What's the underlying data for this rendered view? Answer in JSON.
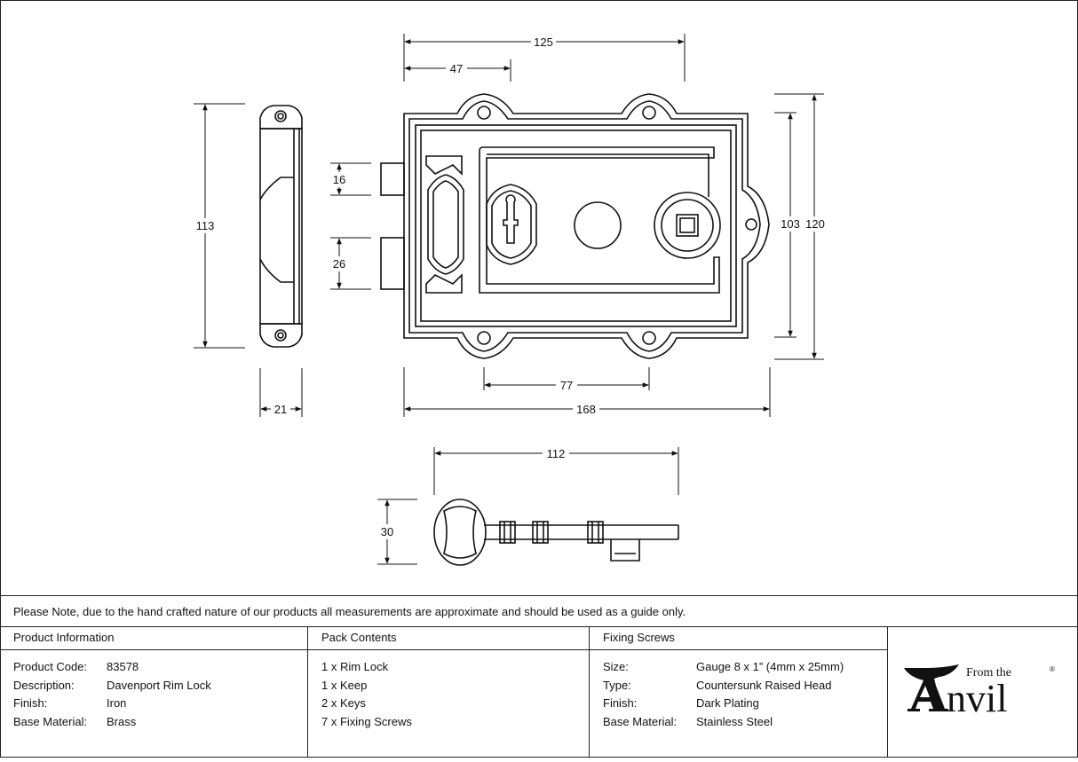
{
  "dimensions": {
    "keep_height": "113",
    "keep_depth": "21",
    "lock_width": "168",
    "case_width": "125",
    "keyhole_offset": "47",
    "bolt_top": "16",
    "bolt_lower": "26",
    "fixing_centres": "77",
    "inner_height": "103",
    "overall_height": "120",
    "key_length": "112",
    "key_height": "30"
  },
  "note": "Please Note, due to the hand crafted nature of our products all measurements are approximate and should be used as a guide only.",
  "product_information": {
    "title": "Product Information",
    "rows": [
      {
        "label": "Product Code:",
        "value": "83578"
      },
      {
        "label": "Description:",
        "value": "Davenport Rim Lock"
      },
      {
        "label": "Finish:",
        "value": "Iron"
      },
      {
        "label": "Base Material:",
        "value": "Brass"
      }
    ]
  },
  "pack_contents": {
    "title": "Pack Contents",
    "items": [
      "1 x Rim Lock",
      "1 x Keep",
      "2 x Keys",
      "7 x Fixing Screws"
    ]
  },
  "fixing_screws": {
    "title": "Fixing Screws",
    "rows": [
      {
        "label": "Size:",
        "value": "Gauge 8 x 1” (4mm x 25mm)"
      },
      {
        "label": "Type:",
        "value": "Countersunk Raised Head"
      },
      {
        "label": "Finish:",
        "value": "Dark Plating"
      },
      {
        "label": "Base Material:",
        "value": "Stainless Steel"
      }
    ]
  },
  "logo": {
    "from_the": "From the",
    "brand": "Anvil",
    "registered": "®"
  }
}
